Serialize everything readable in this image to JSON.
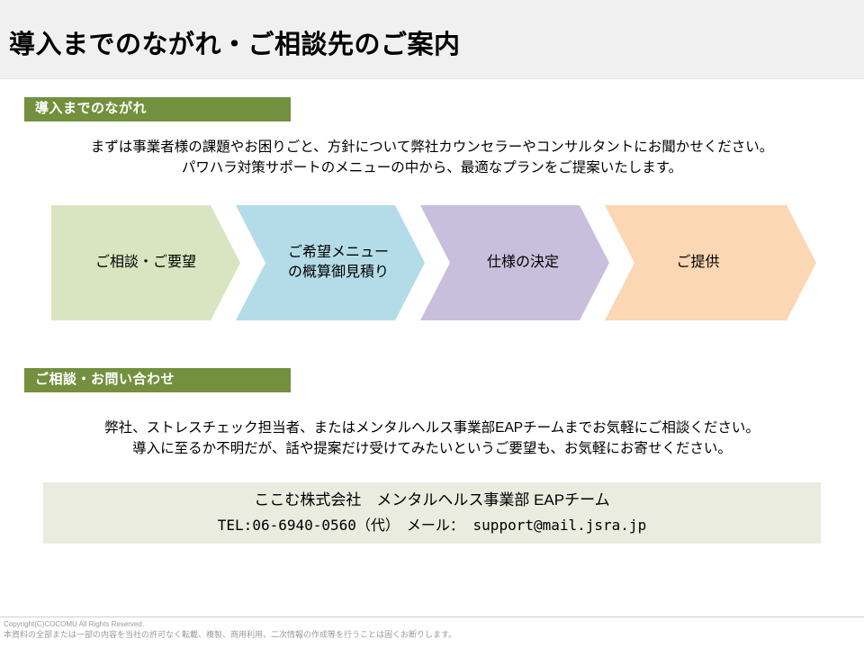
{
  "header": {
    "title": "導入までのながれ・ご相談先のご案内",
    "background_color": "#f0f0f0"
  },
  "flow_section": {
    "section_label": "導入までのながれ",
    "section_label_color": "#72903d",
    "lead_line_1": "まずは事業者様の課題やお困りごと、方針について弊社カウンセラーやコンサルタントにお聞かせください。",
    "lead_line_2": "パワハラ対策サポートのメニューの中から、最適なプランをご提案いたします。",
    "steps": [
      {
        "label": "ご相談・ご要望",
        "label_line_1": "ご相談・ご要望",
        "label_line_2": "",
        "color": "#d9e5c0"
      },
      {
        "label": "ご希望メニューの概算御見積り",
        "label_line_1": "ご希望メニュー",
        "label_line_2": "の概算御見積り",
        "color": "#b4dce8"
      },
      {
        "label": "仕様の決定",
        "label_line_1": "仕様の決定",
        "label_line_2": "",
        "color": "#c8bfdc"
      },
      {
        "label": "ご提供",
        "label_line_1": "ご提供",
        "label_line_2": "",
        "color": "#fbd7b3"
      }
    ]
  },
  "contact_section": {
    "section_label": "ご相談・お問い合わせ",
    "section_label_color": "#72903d",
    "lead_line_1": "弊社、ストレスチェック担当者、またはメンタルヘルス事業部EAPチームまでお気軽にご相談ください。",
    "lead_line_2": "導入に至るか不明だが、話や提案だけ受けてみたいというご要望も、お気軽にお寄せください。",
    "box": {
      "background_color": "#e9ecde",
      "company_line": "ここむ株式会社　メンタルヘルス事業部 EAPチーム",
      "contact_line": "TEL:06-6940-0560（代）　メール： support@mail.jsra.jp"
    }
  },
  "footer": {
    "copyright": "Copyright(C)COCOMU All Rights Reserved.",
    "notice": "本資料の全部または一部の内容を当社の許可なく転載、複製、商用利用、二次情報の作成等を行うことは固くお断りします。"
  }
}
